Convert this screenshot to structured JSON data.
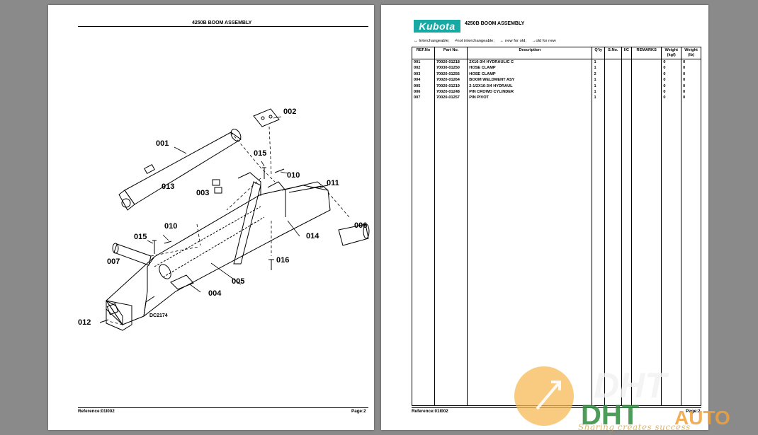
{
  "left_page": {
    "title": "4250B BOOM ASSEMBLY",
    "diagram_label": "DC2174",
    "callouts": [
      "001",
      "002",
      "003",
      "004",
      "005",
      "006",
      "007",
      "010",
      "010",
      "011",
      "012",
      "013",
      "014",
      "015",
      "015",
      "016"
    ],
    "footer_reference": "Reference:01I002",
    "footer_page": "Page:2"
  },
  "right_page": {
    "logo_text": "Kubota",
    "title": "4250B BOOM ASSEMBLY",
    "legend": [
      "↔ Interchangeable;",
      "≠not interchangeable;",
      "← new for old;",
      "→old for new"
    ],
    "table": {
      "headers": [
        "REF.No",
        "Part No.",
        "Description",
        "Q'ty",
        "S.No.",
        "I/C",
        "REMARKS",
        "Weight (kgf)",
        "Weight (lb)"
      ],
      "rows": [
        {
          "ref": "001",
          "part": "70020-01218",
          "desc": "2X16-3/4 HYDRAULIC C",
          "qty": "1",
          "sno": "",
          "ic": "",
          "remarks": "",
          "kgf": "0",
          "lb": "0"
        },
        {
          "ref": "002",
          "part": "70030-01250",
          "desc": "HOSE CLAMP",
          "qty": "1",
          "sno": "",
          "ic": "",
          "remarks": "",
          "kgf": "0",
          "lb": "0"
        },
        {
          "ref": "003",
          "part": "70020-01256",
          "desc": "HOSE CLAMP",
          "qty": "2",
          "sno": "",
          "ic": "",
          "remarks": "",
          "kgf": "0",
          "lb": "0"
        },
        {
          "ref": "004",
          "part": "70020-01264",
          "desc": "BOOM WELDMENT ASY",
          "qty": "1",
          "sno": "",
          "ic": "",
          "remarks": "",
          "kgf": "0",
          "lb": "0"
        },
        {
          "ref": "005",
          "part": "70020-01219",
          "desc": "2-1/2X16-3/4 HYDRAUL",
          "qty": "1",
          "sno": "",
          "ic": "",
          "remarks": "",
          "kgf": "0",
          "lb": "0"
        },
        {
          "ref": "006",
          "part": "70020-01248",
          "desc": "PIN CROWD CYLINDER",
          "qty": "1",
          "sno": "",
          "ic": "",
          "remarks": "",
          "kgf": "0",
          "lb": "0"
        },
        {
          "ref": "007",
          "part": "70020-01257",
          "desc": "PIN PIVOT",
          "qty": "1",
          "sno": "",
          "ic": "",
          "remarks": "",
          "kgf": "0",
          "lb": "0"
        }
      ]
    },
    "footer_reference": "Reference:01I002",
    "footer_page": "Page:2"
  },
  "watermark": {
    "brand_top": "DHT",
    "brand_main": "DHT",
    "brand_suffix": "AUTO",
    "tagline": "Sharing creates success"
  },
  "colors": {
    "viewer_background": "#8a8a8a",
    "kubota_teal": "#17a9a4",
    "watermark_green": "#2e8b3e",
    "watermark_orange": "#f0a23a"
  }
}
